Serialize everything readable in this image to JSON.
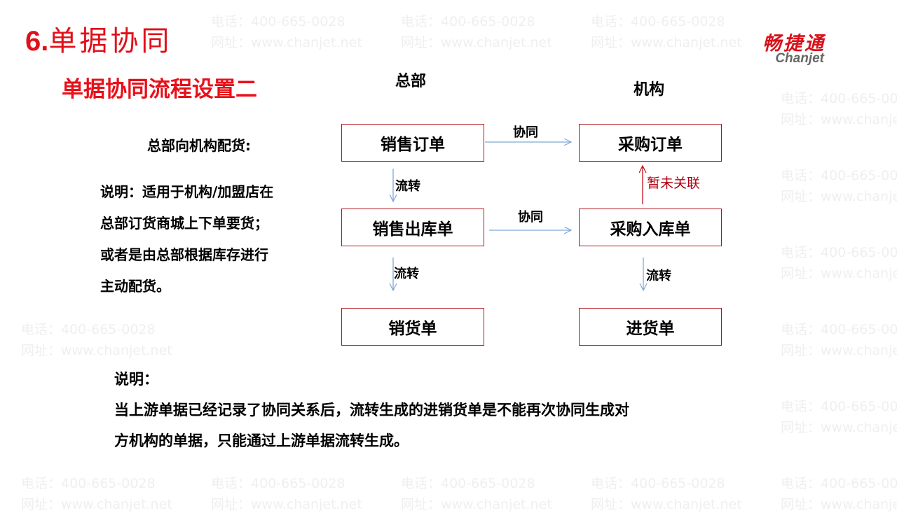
{
  "watermark": {
    "phone": "电话：400-665-0028",
    "url": "网址：www.chanjet.net"
  },
  "logo": {
    "cn": "畅捷通",
    "en": "Chanjet"
  },
  "header": {
    "number": "6.",
    "title": "单据协同"
  },
  "subtitle": "单据协同流程设置二",
  "columns": {
    "hq": "总部",
    "org": "机构"
  },
  "side_label": "总部向机构配货:",
  "description": {
    "label": "说明：",
    "text": "适用于机构/加盟店在总部订货商城上下单要货；或者是由总部根据库存进行主动配货。"
  },
  "boxes": {
    "sales_order": "销售订单",
    "sales_outbound": "销售出库单",
    "sales_invoice": "销货单",
    "purchase_order": "采购订单",
    "purchase_inbound": "采购入库单",
    "purchase_invoice": "进货单"
  },
  "arrows": {
    "collab_1": "协同",
    "collab_2": "协同",
    "flow_1": "流转",
    "flow_2": "流转",
    "flow_3": "流转",
    "not_linked": "暂未关联"
  },
  "colors": {
    "accent": "#e0101a",
    "box_border": "#b0161c",
    "arrow": "#7fa6d8",
    "not_linked": "#b00010"
  },
  "note": {
    "label": "说明：",
    "line1": "当上游单据已经记录了协同关系后，流转生成的进销货单是不能再次协同生成对",
    "line2": "方机构的单据，只能通过上游单据流转生成。"
  }
}
